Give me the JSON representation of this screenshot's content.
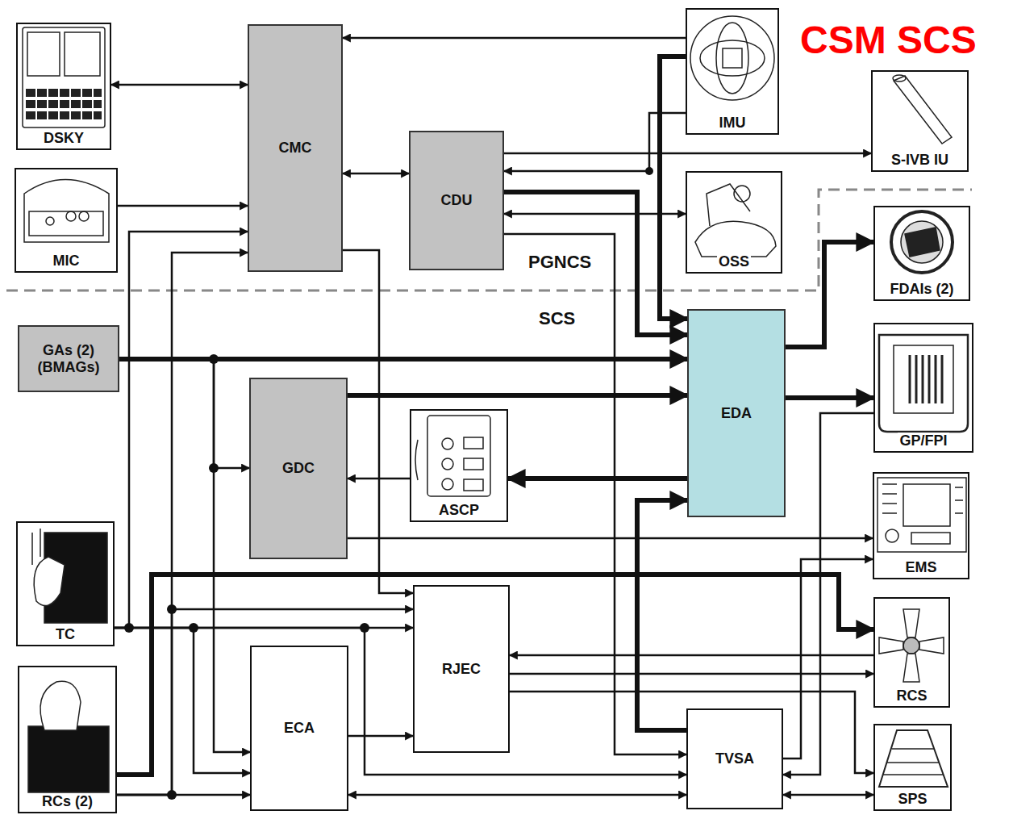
{
  "diagram": {
    "nodes": [
      {
        "text": [
          "DSKY"
        ]
      },
      {
        "text": [
          "CMC"
        ]
      },
      {
        "text": [
          "CDU"
        ]
      },
      {
        "text": [
          "IMU"
        ]
      },
      {
        "text": [
          "S-IVB IU"
        ]
      },
      {
        "text": [
          "OSS"
        ]
      },
      {
        "text": [
          "MIC"
        ]
      },
      {
        "text": [
          "FDAIs (2)"
        ]
      },
      {
        "text": [
          "GAs (2) (BMAGs)"
        ]
      },
      {
        "text": [
          "EDA"
        ]
      },
      {
        "text": [
          "GDC"
        ]
      },
      {
        "text": [
          "ASCP"
        ]
      },
      {
        "text": [
          "GP/FPI"
        ]
      },
      {
        "text": [
          "EMS"
        ]
      },
      {
        "text": [
          "TC"
        ]
      },
      {
        "text": [
          "RJEC"
        ]
      },
      {
        "text": [
          "RCS"
        ]
      },
      {
        "text": [
          "ECA"
        ]
      },
      {
        "text": [
          "TVSA"
        ]
      },
      {
        "text": [
          "RCs (2)"
        ]
      },
      {
        "text": [
          "SPS"
        ]
      }
    ],
    "edges": [
      {
        "from": 1,
        "to": 0,
        "arrow": "both"
      },
      {
        "from": 3,
        "to": 1,
        "arrow": "to"
      },
      {
        "from": 3,
        "to": 9,
        "arrow": "to"
      },
      {
        "from": 1,
        "to": 2,
        "arrow": "both"
      },
      {
        "from": 2,
        "to": 4,
        "arrow": "to"
      },
      {
        "from": 3,
        "to": 2,
        "arrow": "to"
      },
      {
        "from": 2,
        "to": 5,
        "arrow": "both"
      },
      {
        "from": 2,
        "to": 9,
        "arrow": "to"
      },
      {
        "from": 2,
        "to": 18,
        "arrow": "to"
      },
      {
        "from": 1,
        "to": 15,
        "arrow": "to"
      },
      {
        "from": 6,
        "to": 1,
        "arrow": "to"
      },
      {
        "from": 14,
        "to": 1,
        "arrow": "to"
      },
      {
        "from": 19,
        "to": 1,
        "arrow": "to"
      },
      {
        "from": 8,
        "to": 9,
        "arrow": "to"
      },
      {
        "from": 8,
        "to": 10,
        "arrow": "to"
      },
      {
        "from": 8,
        "to": 17,
        "arrow": "to"
      },
      {
        "from": 10,
        "to": 9,
        "arrow": "to"
      },
      {
        "from": 10,
        "to": 13,
        "arrow": "to"
      },
      {
        "from": 11,
        "to": 10,
        "arrow": "to"
      },
      {
        "from": 9,
        "to": 11,
        "arrow": "to"
      },
      {
        "from": 9,
        "to": 7,
        "arrow": "to"
      },
      {
        "from": 9,
        "to": 12,
        "arrow": "to"
      },
      {
        "from": 12,
        "to": 18,
        "arrow": "to"
      },
      {
        "from": 18,
        "to": 20,
        "arrow": "both"
      },
      {
        "from": 18,
        "to": 9,
        "arrow": "to"
      },
      {
        "from": 18,
        "to": 13,
        "arrow": "to"
      },
      {
        "from": 19,
        "to": 16,
        "arrow": "to"
      },
      {
        "from": 14,
        "to": 15,
        "arrow": "to"
      },
      {
        "from": 14,
        "to": 17,
        "arrow": "to"
      },
      {
        "from": 14,
        "to": 18,
        "arrow": "to"
      },
      {
        "from": 19,
        "to": 15,
        "arrow": "to"
      },
      {
        "from": 19,
        "to": 17,
        "arrow": "to"
      },
      {
        "from": 17,
        "to": 15,
        "arrow": "to"
      },
      {
        "from": 17,
        "to": 18,
        "arrow": "both"
      },
      {
        "from": 16,
        "to": 15,
        "arrow": "to"
      },
      {
        "from": 15,
        "to": 16,
        "arrow": "to"
      },
      {
        "from": 15,
        "to": 20,
        "arrow": "to"
      }
    ],
    "labels": [
      "CSM SCS",
      "PGNCS",
      "SCS"
    ]
  }
}
